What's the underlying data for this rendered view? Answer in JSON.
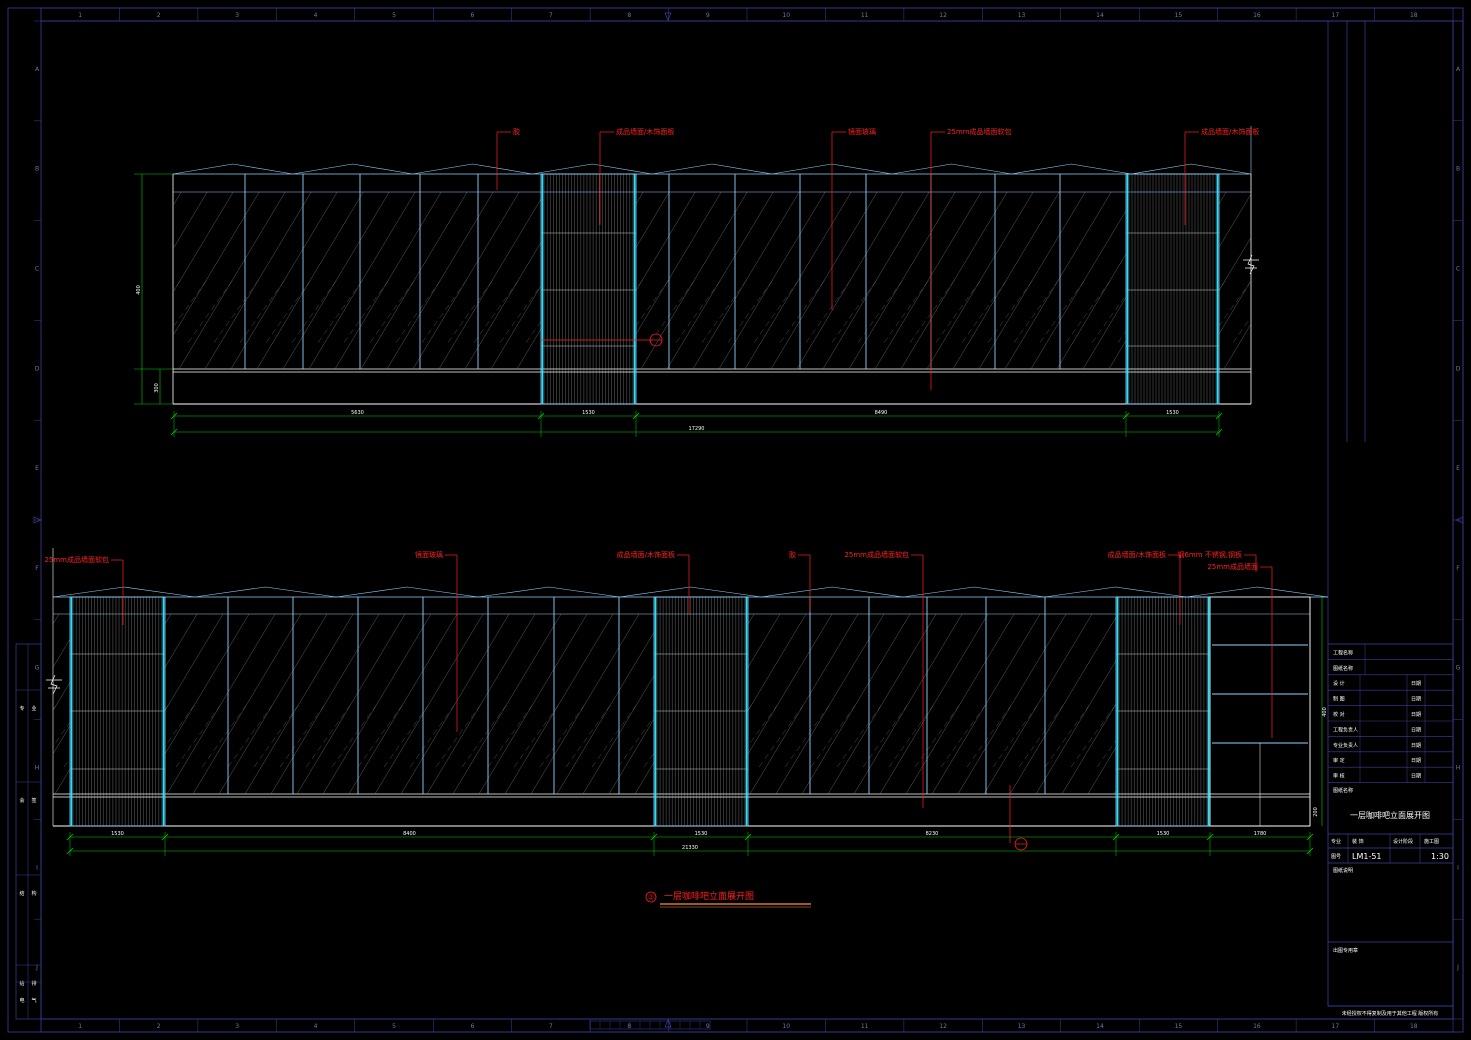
{
  "colors": {
    "background": "#000000",
    "frame": "#3a3fa0",
    "wall": "#8fd3ff",
    "cyan": "#19e6ff",
    "hatch": "#8a8a8a",
    "leader": "#ff2020",
    "dimension": "#00d200",
    "gridlabel": "#6a78a8"
  },
  "grid_columns": [
    "1",
    "2",
    "3",
    "4",
    "5",
    "6",
    "7",
    "8",
    "9",
    "10",
    "11",
    "12",
    "13",
    "14",
    "15",
    "16",
    "17",
    "18"
  ],
  "grid_rows": [
    "A",
    "B",
    "C",
    "D",
    "E",
    "F",
    "G",
    "H",
    "I",
    "J"
  ],
  "elevation1": {
    "labels": [
      "胶",
      "成品墙面/木饰面板",
      "镜面玻璃",
      "25mm成品墙面软包",
      "成品墙面/木饰面板"
    ],
    "dims": [
      "5630",
      "1530",
      "8490",
      "1530"
    ],
    "total": "17290",
    "height_dims": [
      "400",
      "300"
    ]
  },
  "elevation2": {
    "labels": [
      "25mm成品墙面软包",
      "镜面玻璃",
      "成品墙面/木饰面板",
      "胶",
      "25mm成品墙面软包",
      "成品墙面/木饰面板",
      "钢6mm 不锈钢,钢板",
      "25mm成品墙面"
    ],
    "dims": [
      "1530",
      "8400",
      "1530",
      "8230",
      "1530",
      "1780"
    ],
    "total": "21330",
    "height_dims": [
      "400",
      "200"
    ]
  },
  "drawing_title": {
    "number": "②",
    "text": "一层咖啡吧立面展开图"
  },
  "title_block": {
    "rows": [
      {
        "label": "工程名称",
        "value": ""
      },
      {
        "label": "图纸名称",
        "value": ""
      },
      {
        "label": "设 计",
        "value": "日期"
      },
      {
        "label": "制 图",
        "value": "日期"
      },
      {
        "label": "校 对",
        "value": "日期"
      },
      {
        "label": "工程负责人",
        "value": "日期"
      },
      {
        "label": "专业负责人",
        "value": "日期"
      },
      {
        "label": "审 定",
        "value": "日期"
      },
      {
        "label": "审 核",
        "value": "日期"
      }
    ],
    "project_label": "图纸名称",
    "sheet_title": "一层咖啡吧立面展开图",
    "discipline_label": "专业",
    "discipline_value": "装 饰",
    "phase_label": "设计阶段",
    "phase_value": "施工图",
    "number_label": "图号",
    "number_value": "LM1-51",
    "scale_value": "1:30",
    "note_label": "图纸说明",
    "seal_label": "出图专用章",
    "footer": "未经授权不得复制及用于其他工程 版权所有"
  },
  "side_strip": {
    "groups": [
      {
        "a": "专",
        "b": "业"
      },
      {
        "a": "会",
        "b": "签"
      },
      {
        "a": "结",
        "b": "构"
      },
      {
        "a": "给",
        "b": "排"
      },
      {
        "a": "电",
        "b": "气"
      }
    ]
  }
}
